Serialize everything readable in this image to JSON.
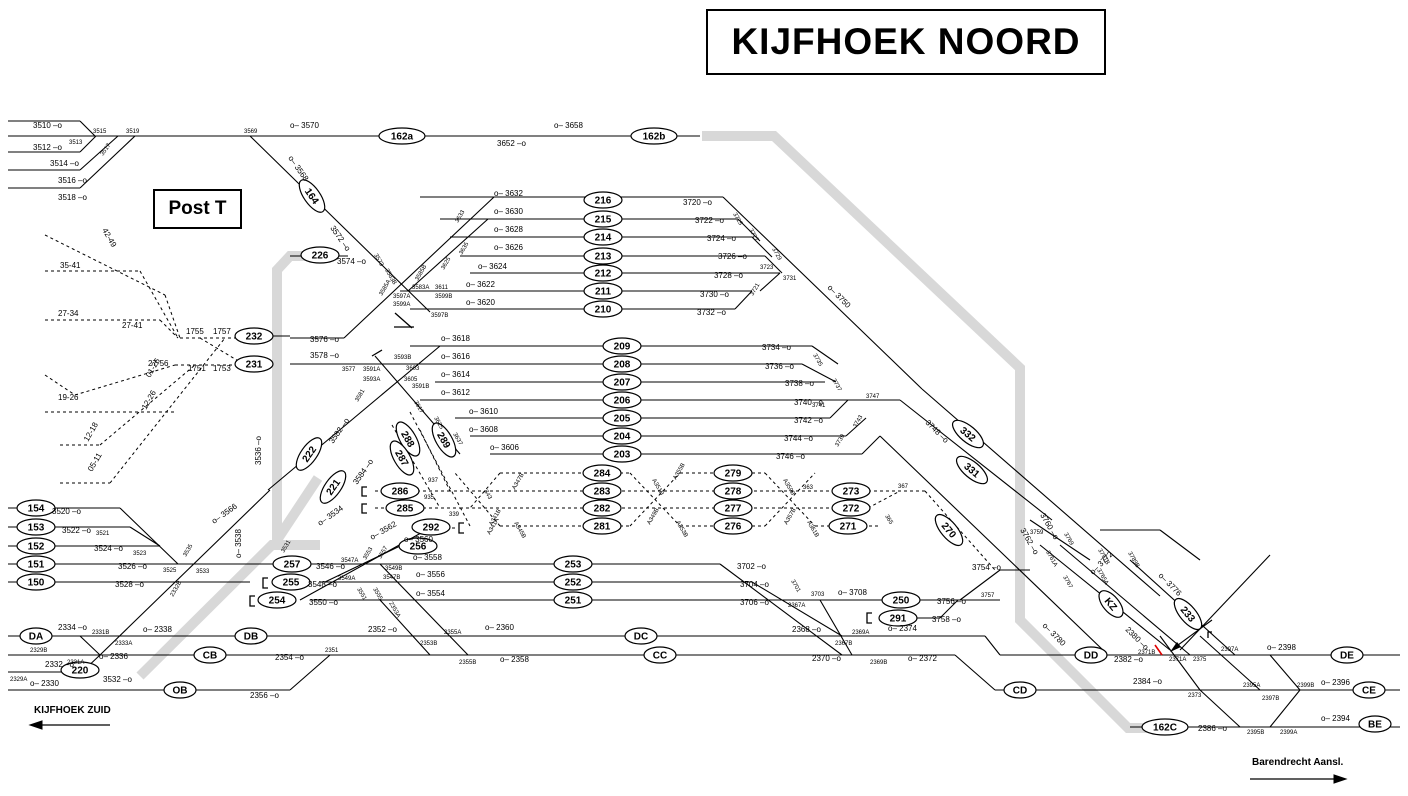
{
  "title": "KIJFHOEK  NOORD",
  "post": "Post T",
  "direction_left": "KIJFHOEK ZUID",
  "direction_right": "Barendrecht Aansl.",
  "colors": {
    "line": "#000000",
    "highlight": "#d8d8d8",
    "red": "#e00000"
  },
  "track_ovals": {
    "t162a": "162a",
    "t162b": "162b",
    "t164": "164",
    "t226": "226",
    "t232": "232",
    "t231": "231",
    "t216": "216",
    "t215": "215",
    "t214": "214",
    "t213": "213",
    "t212": "212",
    "t211": "211",
    "t210": "210",
    "t209": "209",
    "t208": "208",
    "t207": "207",
    "t206": "206",
    "t205": "205",
    "t204": "204",
    "t203": "203",
    "t222": "222",
    "t288": "288",
    "t289": "289",
    "t287": "287",
    "t221": "221",
    "t286": "286",
    "t285": "285",
    "t284": "284",
    "t283": "283",
    "t282": "282",
    "t281": "281",
    "t279": "279",
    "t278": "278",
    "t277": "277",
    "t276": "276",
    "t273": "273",
    "t272": "272",
    "t271": "271",
    "t292": "292",
    "t256": "256",
    "t270": "270",
    "t332": "332",
    "t331": "331",
    "t154": "154",
    "t153": "153",
    "t152": "152",
    "t151": "151",
    "t150": "150",
    "t257": "257",
    "t255": "255",
    "t254": "254",
    "t253": "253",
    "t252": "252",
    "t251": "251",
    "t250": "250",
    "t291": "291",
    "tKZ": "KZ",
    "t233": "233",
    "tDA": "DA",
    "tDB": "DB",
    "tDC": "DC",
    "tDD": "DD",
    "tDE": "DE",
    "tCB": "CB",
    "tCC": "CC",
    "tCD": "CD",
    "tCE": "CE",
    "tOB": "OB",
    "t220": "220",
    "t162C": "162C",
    "tBE": "BE"
  },
  "signals": {
    "s3510": "3510",
    "s3512": "3512",
    "s3514": "3514",
    "s3516": "3516",
    "s3518": "3518",
    "s3570": "3570",
    "s3658": "3658",
    "s3652": "3652",
    "s3568": "3568",
    "s3572": "3572",
    "s3574": "3574",
    "s3632": "3632",
    "s3630": "3630",
    "s3628": "3628",
    "s3626": "3626",
    "s3624": "3624",
    "s3622": "3622",
    "s3620": "3620",
    "s3720": "3720",
    "s3722": "3722",
    "s3724": "3724",
    "s3726": "3726",
    "s3728": "3728",
    "s3730": "3730",
    "s3732": "3732",
    "s3750": "3750",
    "s3576": "3576",
    "s3578": "3578",
    "s3618": "3618",
    "s3616": "3616",
    "s3614": "3614",
    "s3612": "3612",
    "s3610": "3610",
    "s3608": "3608",
    "s3606": "3606",
    "s3734": "3734",
    "s3736": "3736",
    "s3738": "3738",
    "s3740": "3740",
    "s3742": "3742",
    "s3744": "3744",
    "s3746": "3746",
    "s3748": "3748",
    "s3536": "3536",
    "s3582": "3582",
    "s3584": "3584",
    "s3566": "3566",
    "s3534": "3534",
    "s3538": "3538",
    "s3520": "3520",
    "s3522": "3522",
    "s3524": "3524",
    "s3526": "3526",
    "s3528": "3528",
    "s3562": "3562",
    "s3560": "3560",
    "s3558": "3558",
    "s3546": "3546",
    "s3548": "3548",
    "s3550": "3550",
    "s3556": "3556",
    "s3554": "3554",
    "s3702": "3702",
    "s3704": "3704",
    "s3706": "3706",
    "s3708": "3708",
    "s3754": "3754",
    "s3756": "3756",
    "s3758": "3758",
    "s3760": "3760",
    "s3762": "3762",
    "s3772": "3772",
    "s3776": "3776",
    "s3780": "3780",
    "s2380": "2380",
    "s2382": "2382",
    "s2384": "2384",
    "s2386": "2386",
    "s2334": "2334",
    "s2338": "2338",
    "s2336": "2336",
    "s2332": "2332",
    "s2330": "2330",
    "s3532": "3532",
    "s2352": "2352",
    "s2354": "2354",
    "s2356": "2356",
    "s2360": "2360",
    "s2358": "2358",
    "s2368": "2368",
    "s2370": "2370",
    "s2372": "2372",
    "s2374": "2374",
    "s2398": "2398",
    "s2396": "2396",
    "s2394": "2394"
  },
  "switches": {
    "w3515": "3515",
    "w3513": "3513",
    "w3519": "3519",
    "w3517": "3517",
    "w3569": "3569",
    "w3573": "3573",
    "w3633": "3633",
    "w3635": "3635",
    "w3585B": "3585B",
    "w3585A": "3585A",
    "w3583B": "3583B",
    "w3625": "3625",
    "w3611": "3611",
    "w3583A": "3583A",
    "w3599B": "3599B",
    "w3597A": "3597A",
    "w3599A": "3599A",
    "w3597B": "3597B",
    "w3725": "3725",
    "w3727": "3727",
    "w3729": "3729",
    "w3723": "3723",
    "w3731": "3731",
    "w3721": "3721",
    "w3577": "3577",
    "w3591A": "3591A",
    "w3593B": "3593B",
    "w3603": "3603",
    "w3593A": "3593A",
    "w3605": "3605",
    "w3591B": "3591B",
    "w3581": "3581",
    "w3617": "3617",
    "w3625b": "3625",
    "w3637": "3637",
    "w3735": "3735",
    "w3737": "3737",
    "w3741": "3741",
    "w3747": "3747",
    "w3739": "3739",
    "w3743": "3743",
    "w937": "937",
    "w935": "935",
    "w339": "339",
    "w343": "343",
    "w341A": "A341A",
    "w347B": "A347B",
    "w341B": "A341B",
    "w345B": "A345B",
    "w351B": "A351B",
    "w355B": "A355B",
    "w349B": "A349B",
    "w353B": "A353B",
    "w359B": "A359B",
    "w363": "363",
    "w357B": "A357B",
    "w361B": "A361B",
    "w367": "367",
    "w365": "365",
    "w3523": "3523",
    "w3521": "3521",
    "w3525": "3525",
    "w3535": "3535",
    "w3533": "3533",
    "w2332B": "2332B",
    "w3531": "3531",
    "w3553": "3553",
    "w3557": "3557",
    "w3547A": "3547A",
    "w3549B": "3549B",
    "w3549A": "3549A",
    "w3547B": "3547B",
    "w3551": "3551",
    "w3555": "3555",
    "w2353A": "2353A",
    "w3701": "3701",
    "w3703": "3703",
    "w2367A": "2367A",
    "w3757": "3757",
    "w2369A": "2369A",
    "w2367B": "2367B",
    "w3759": "3759",
    "w3761A": "3761A",
    "w3769": "3769",
    "w3767": "3767",
    "w3791B": "3791B",
    "w3765A": "3765A",
    "w3789B": "3789B",
    "w2371B": "2371B",
    "w2371A": "2371A",
    "w2375": "2375",
    "w2373": "2373",
    "w2397A": "2397A",
    "w2397B": "2397B",
    "w2395A": "2395A",
    "w2399B": "2399B",
    "w2399A": "2399A",
    "w2395B": "2395B",
    "w2331B": "2331B",
    "w2333A": "2333A",
    "w2329B": "2329B",
    "w2331A": "2331A",
    "w2329A": "2329A",
    "w2353B": "2353B",
    "w2355A": "2355A",
    "w2355B": "2355B",
    "w2351": "2351",
    "w2369B": "2369B"
  },
  "dashed_labels": {
    "d4249": "42-49",
    "d3541": "35-41",
    "d2734": "27-34",
    "d2741": "27-41",
    "d2756": "27-56",
    "d1926": "19-26",
    "d0126": "01-26",
    "d1226": "12-26",
    "d1218": "12-18",
    "d0511": "05-11",
    "d1755": "1755",
    "d1757": "1757",
    "d1751": "1751",
    "d1753": "1753"
  }
}
